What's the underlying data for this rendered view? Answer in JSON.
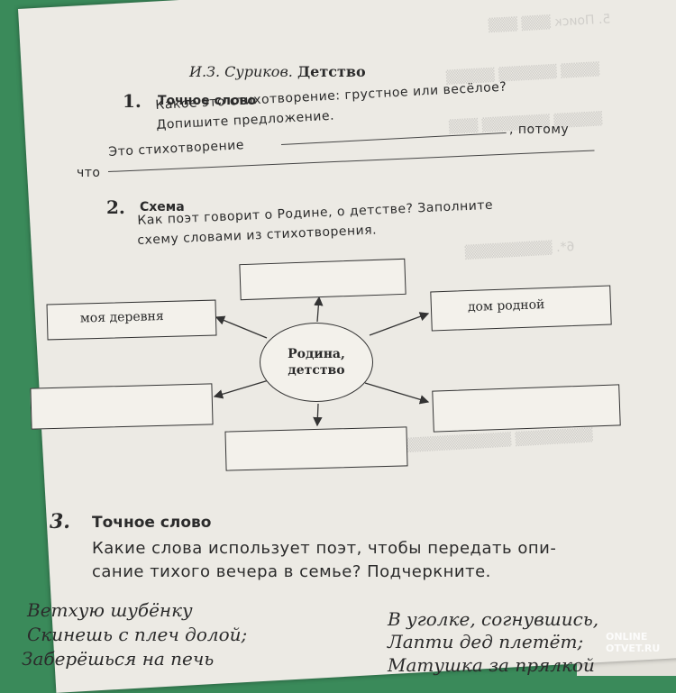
{
  "header": {
    "author": "И.З. Суриков.",
    "title": "Детство"
  },
  "task1": {
    "number": "1.",
    "title": "Точное слово",
    "text1": "Какое это стихотворение: грустное или весёлое?",
    "text2": "Допишите предложение.",
    "line1_start": "Это стихотворение",
    "line1_end": ", потому",
    "line2_start": "что"
  },
  "task2": {
    "number": "2.",
    "title": "Схема",
    "text1": "Как поэт говорит о Родине, о детстве? Заполните",
    "text2": "схему словами из стихотворения.",
    "center": [
      "Родина,",
      "детство"
    ],
    "box_left": "моя деревня",
    "box_right": "дом родной"
  },
  "task3": {
    "number": "3.",
    "title": "Точное слово",
    "text1": "Какие слова использует поэт, чтобы передать опи-",
    "text2": "сание тихого вечера в семье? Подчеркните."
  },
  "poem_left": [
    "Ветхую шубёнку",
    "Скинешь с плеч долой;",
    "Заберёшься на печь"
  ],
  "poem_right": [
    "В уголке, согнувшись,",
    "Лапти дед плетёт;",
    "Матушка за прялкой"
  ],
  "watermark": "ONLINE OTVET.RU"
}
